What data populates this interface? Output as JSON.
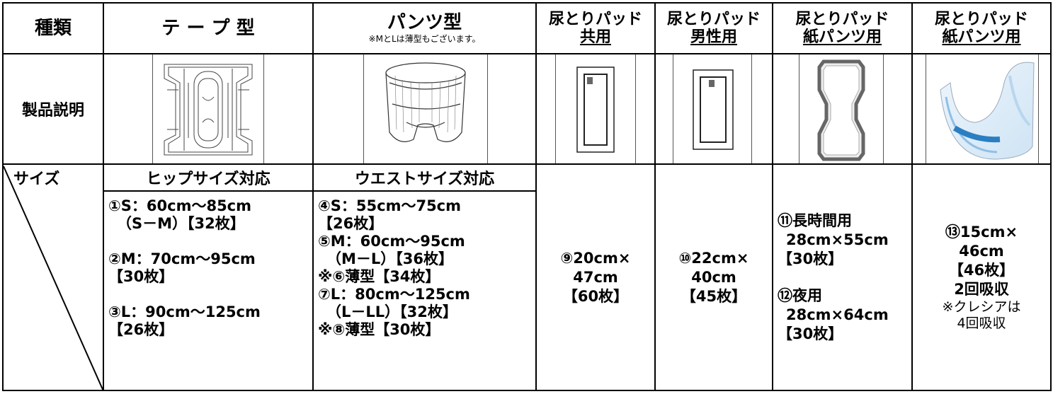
{
  "header": {
    "type_label": "種類",
    "tape": "テ ー プ 型",
    "pants": "パンツ型",
    "pants_note": "※MとLは薄型もございます。",
    "pad_common_1": "尿とりパッド",
    "pad_common_2": "共用",
    "pad_male_1": "尿とりパッド",
    "pad_male_2": "男性用",
    "pad_paper_1": "尿とりパッド",
    "pad_paper_2": "紙パンツ用",
    "pad_paper2_1": "尿とりパッド",
    "pad_paper2_2": "紙パンツ用"
  },
  "row_product": {
    "label": "製品説明"
  },
  "row_size": {
    "label": "サイズ",
    "tape_head": "ヒップサイズ対応",
    "pants_head": "ウエストサイズ対応",
    "tape_lines": [
      "①S：60cm～85cm",
      "（S－M）【32枚】",
      "",
      "②M：70cm～95cm",
      "【30枚】",
      "",
      "③L：90cm～125cm",
      "【26枚】"
    ],
    "pants_lines": [
      "④S：55cm～75cm",
      "【26枚】",
      "⑤M：60cm～95cm",
      "（M－L）【36枚】",
      "※⑥薄型【34枚】",
      "⑦L：80cm～125cm",
      "（L－LL）【32枚】",
      "※⑧薄型【30枚】"
    ],
    "common_lines": [
      "⑨20cm×",
      "47cm",
      "【60枚】"
    ],
    "male_lines": [
      "⑩22cm×",
      "40cm",
      "【45枚】"
    ],
    "paper_lines": [
      "⑪長時間用",
      "28cm×55cm",
      "【30枚】",
      "",
      "⑫夜用",
      "28cm×64cm",
      "【30枚】"
    ],
    "paper2_lines": [
      "⑬15cm×",
      "46cm",
      "【46枚】",
      "2回吸収",
      "※クレシアは",
      "4回吸収"
    ]
  }
}
